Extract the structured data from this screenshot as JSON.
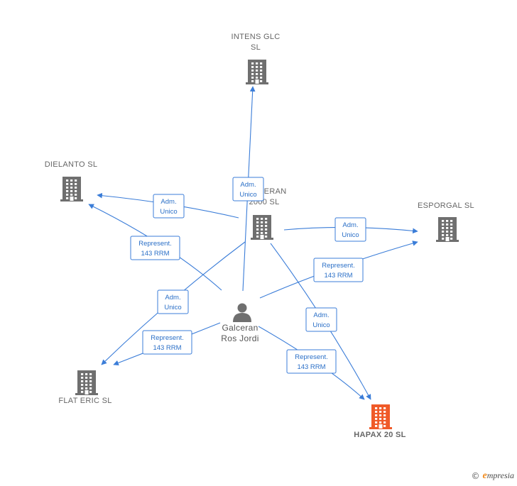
{
  "nodes": [
    {
      "id": "intens",
      "type": "company",
      "lines": [
        "INTENS GLC",
        "SL"
      ],
      "color": "#6f6f6f"
    },
    {
      "id": "dielanto",
      "type": "company",
      "lines": [
        "DIELANTO  SL"
      ],
      "color": "#6f6f6f"
    },
    {
      "id": "galceran2000",
      "type": "company",
      "lines": [
        "GALCERAN",
        "2000 SL"
      ],
      "color": "#6f6f6f"
    },
    {
      "id": "esporgal",
      "type": "company",
      "lines": [
        "ESPORGAL SL"
      ],
      "color": "#6f6f6f"
    },
    {
      "id": "person",
      "type": "person",
      "lines": [
        "Galceran",
        "Ros Jordi"
      ],
      "color": "#6f6f6f"
    },
    {
      "id": "flateric",
      "type": "company",
      "lines": [
        "FLAT ERIC  SL"
      ],
      "color": "#6f6f6f"
    },
    {
      "id": "hapax",
      "type": "company",
      "lines": [
        "HAPAX 20  SL"
      ],
      "color": "#f05a28",
      "highlight": true
    }
  ],
  "edges": [
    {
      "id": "e1",
      "lines": [
        "Adm.",
        "Unico"
      ]
    },
    {
      "id": "e2",
      "lines": [
        "Adm.",
        "Unico"
      ]
    },
    {
      "id": "e3",
      "lines": [
        "Represent.",
        "143 RRM"
      ]
    },
    {
      "id": "e4",
      "lines": [
        "Adm.",
        "Unico"
      ]
    },
    {
      "id": "e5",
      "lines": [
        "Represent.",
        "143 RRM"
      ]
    },
    {
      "id": "e6",
      "lines": [
        "Adm.",
        "Unico"
      ]
    },
    {
      "id": "e7",
      "lines": [
        "Represent.",
        "143 RRM"
      ]
    },
    {
      "id": "e8",
      "lines": [
        "Adm.",
        "Unico"
      ]
    },
    {
      "id": "e9",
      "lines": [
        "Represent.",
        "143 RRM"
      ]
    }
  ],
  "footer": {
    "copyright_symbol": "©",
    "brand_initial": "e",
    "brand_rest": "mpresia"
  },
  "colors": {
    "edge": "#3b7dd8",
    "company": "#6f6f6f",
    "highlight": "#f05a28"
  }
}
